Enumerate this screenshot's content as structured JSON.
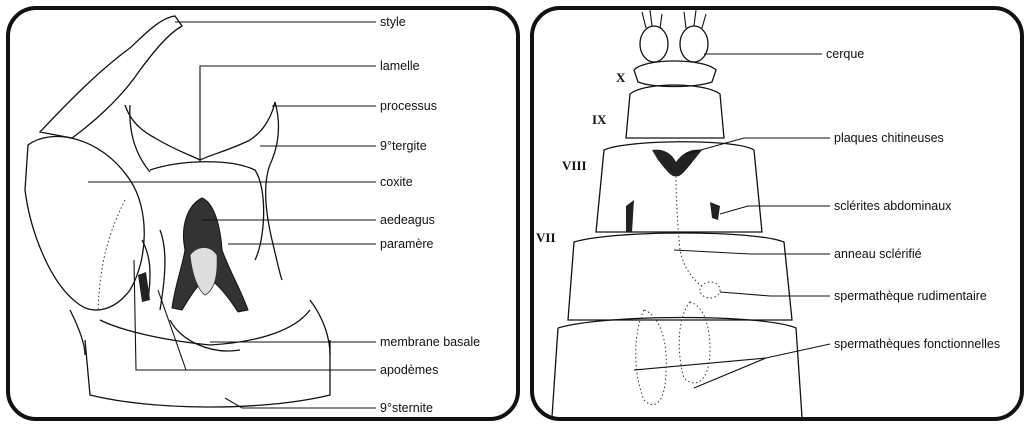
{
  "male_panel": {
    "labels": {
      "style": "style",
      "lamelle": "lamelle",
      "processus": "processus",
      "tergite9": "9°tergite",
      "coxite": "coxite",
      "aedeagus": "aedeagus",
      "paramere": "paramère",
      "membrane_basale": "membrane  basale",
      "apodemes": "apodèmes",
      "sternite9": "9°sternite"
    }
  },
  "female_panel": {
    "segments": {
      "X": "X",
      "IX": "IX",
      "VIII": "VIII",
      "VII": "VII"
    },
    "labels": {
      "cerque": "cerque",
      "plaques": "plaques chitineuses",
      "sclerites": "sclérites  abdominaux",
      "anneau": "anneau  sclérifié",
      "sperm_rud": "spermathèque rudimentaire",
      "sperm_fonc": "spermathèques fonctionnelles"
    }
  }
}
